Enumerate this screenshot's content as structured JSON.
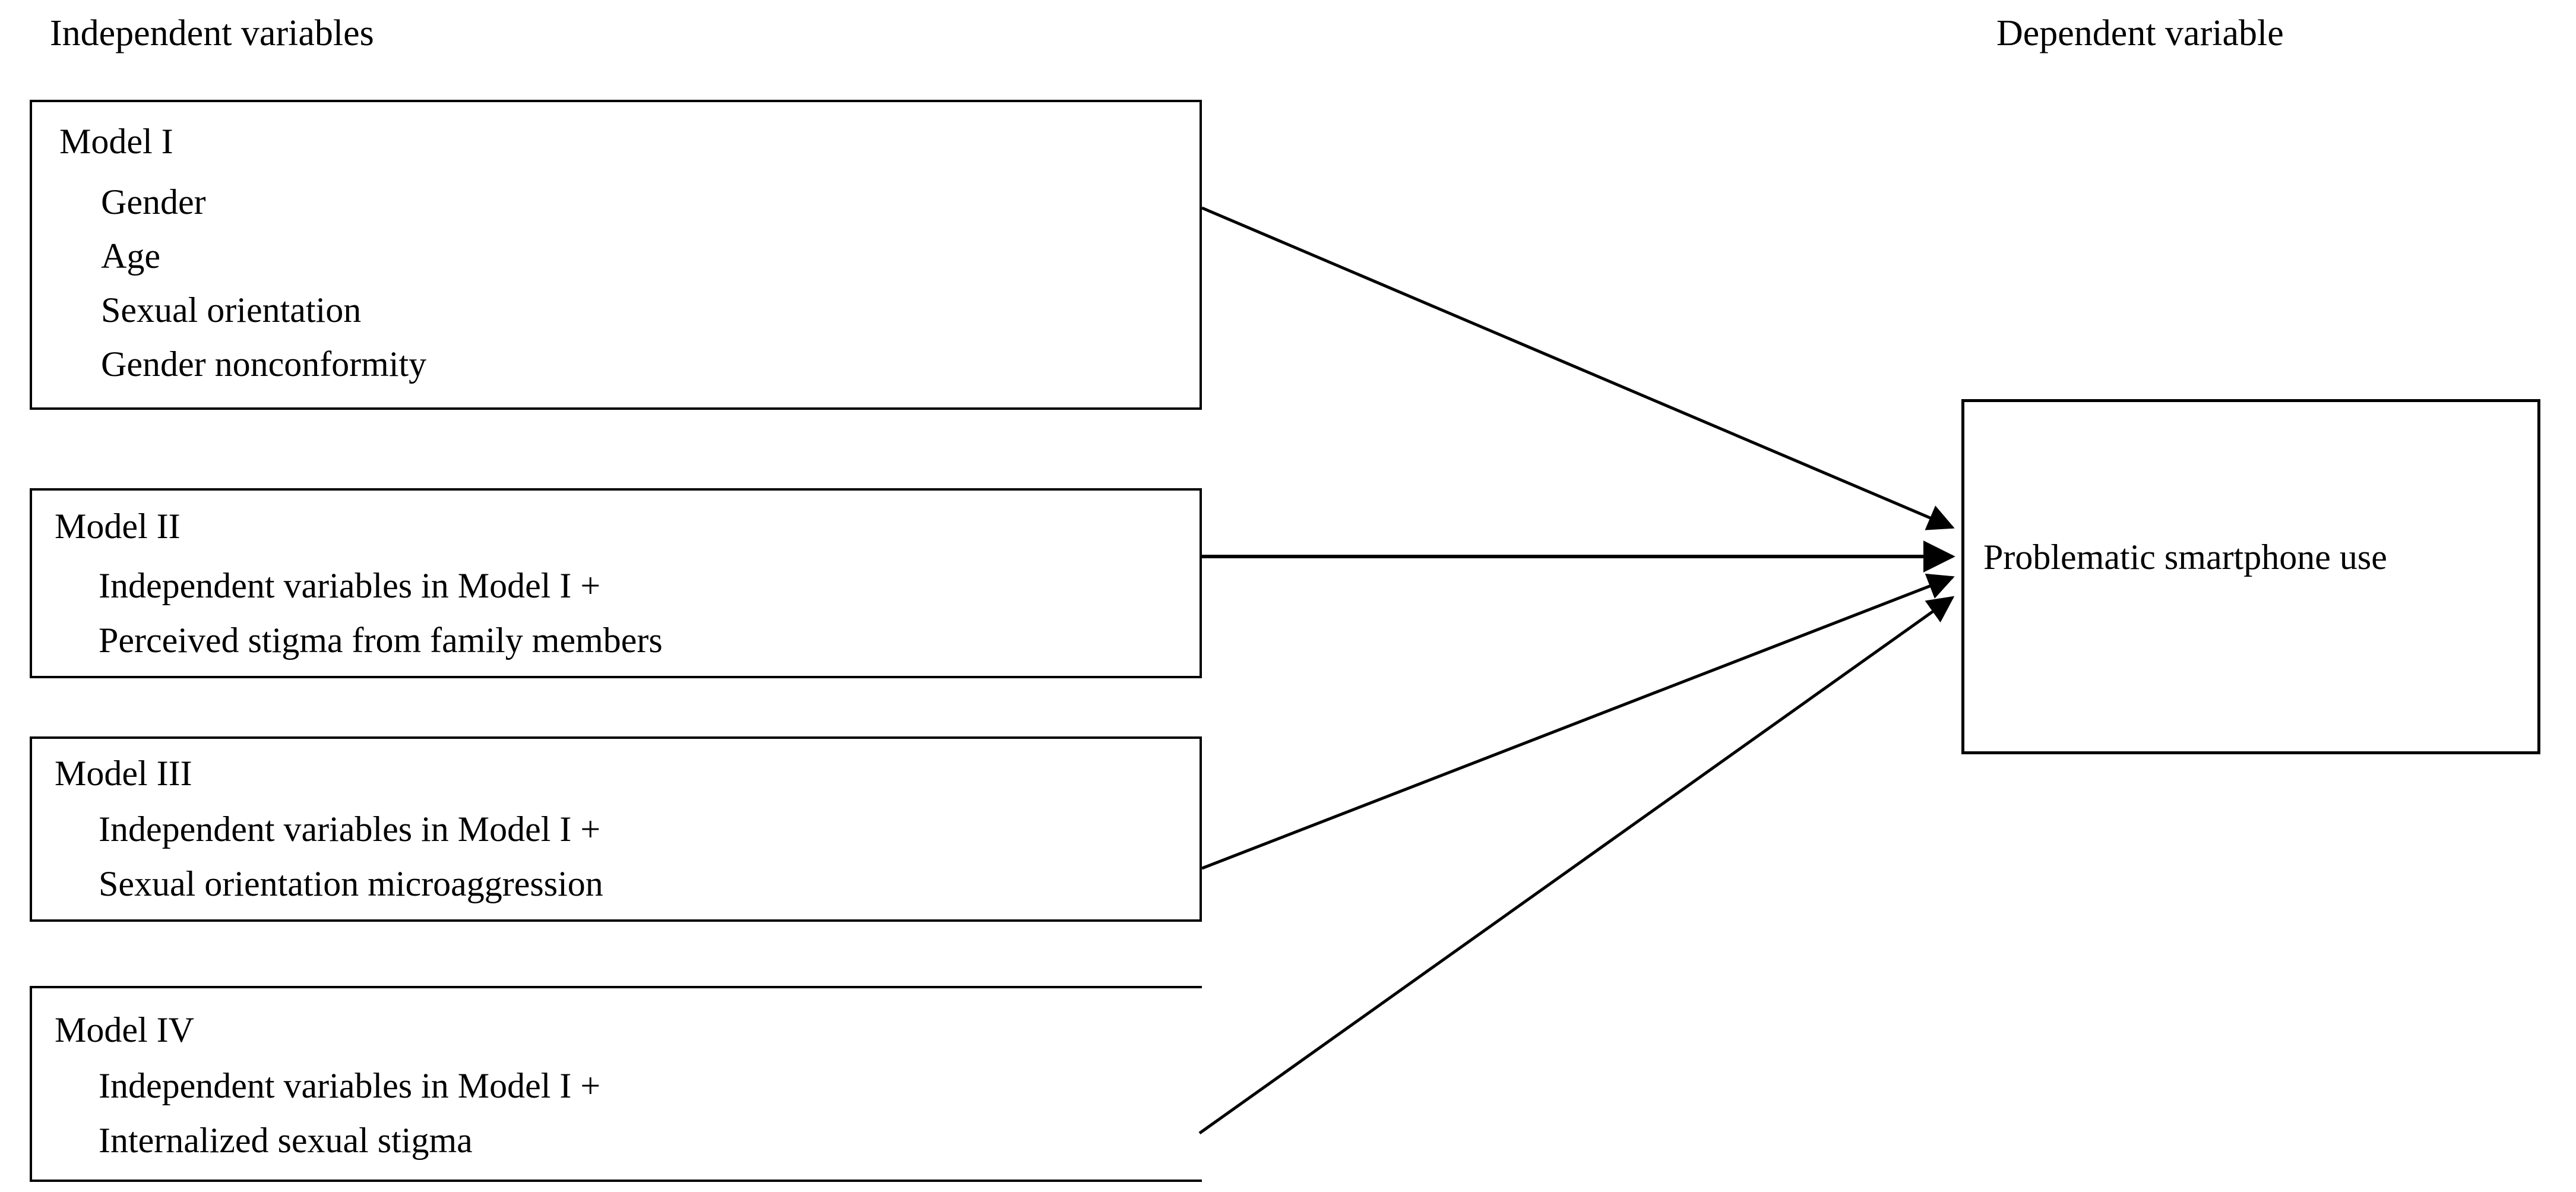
{
  "headers": {
    "independent": "Independent variables",
    "dependent": "Dependent variable"
  },
  "models": [
    {
      "id": "model-1",
      "title": "Model I",
      "items": [
        "Gender",
        "Age",
        "Sexual orientation",
        "Gender nonconformity"
      ]
    },
    {
      "id": "model-2",
      "title": "Model II",
      "items": [
        "Independent variables in Model I +",
        "Perceived stigma from family members"
      ]
    },
    {
      "id": "model-3",
      "title": "Model III",
      "items": [
        "Independent variables in Model I +",
        "Sexual orientation microaggression"
      ]
    },
    {
      "id": "model-4",
      "title": "Model IV",
      "items": [
        "Independent variables in Model I +",
        "Internalized sexual stigma"
      ]
    }
  ],
  "dependent_variable": {
    "label": "Problematic   smartphone   use"
  },
  "arrows": [
    {
      "name": "arrow-model-1-to-dependent",
      "from": "model-1",
      "to": "dependent-variable"
    },
    {
      "name": "arrow-model-2-to-dependent",
      "from": "model-2",
      "to": "dependent-variable"
    },
    {
      "name": "arrow-model-3-to-dependent",
      "from": "model-3",
      "to": "dependent-variable"
    },
    {
      "name": "arrow-model-4-to-dependent",
      "from": "model-4",
      "to": "dependent-variable"
    }
  ],
  "colors": {
    "stroke": "#000000",
    "background": "#ffffff",
    "text": "#000000"
  }
}
